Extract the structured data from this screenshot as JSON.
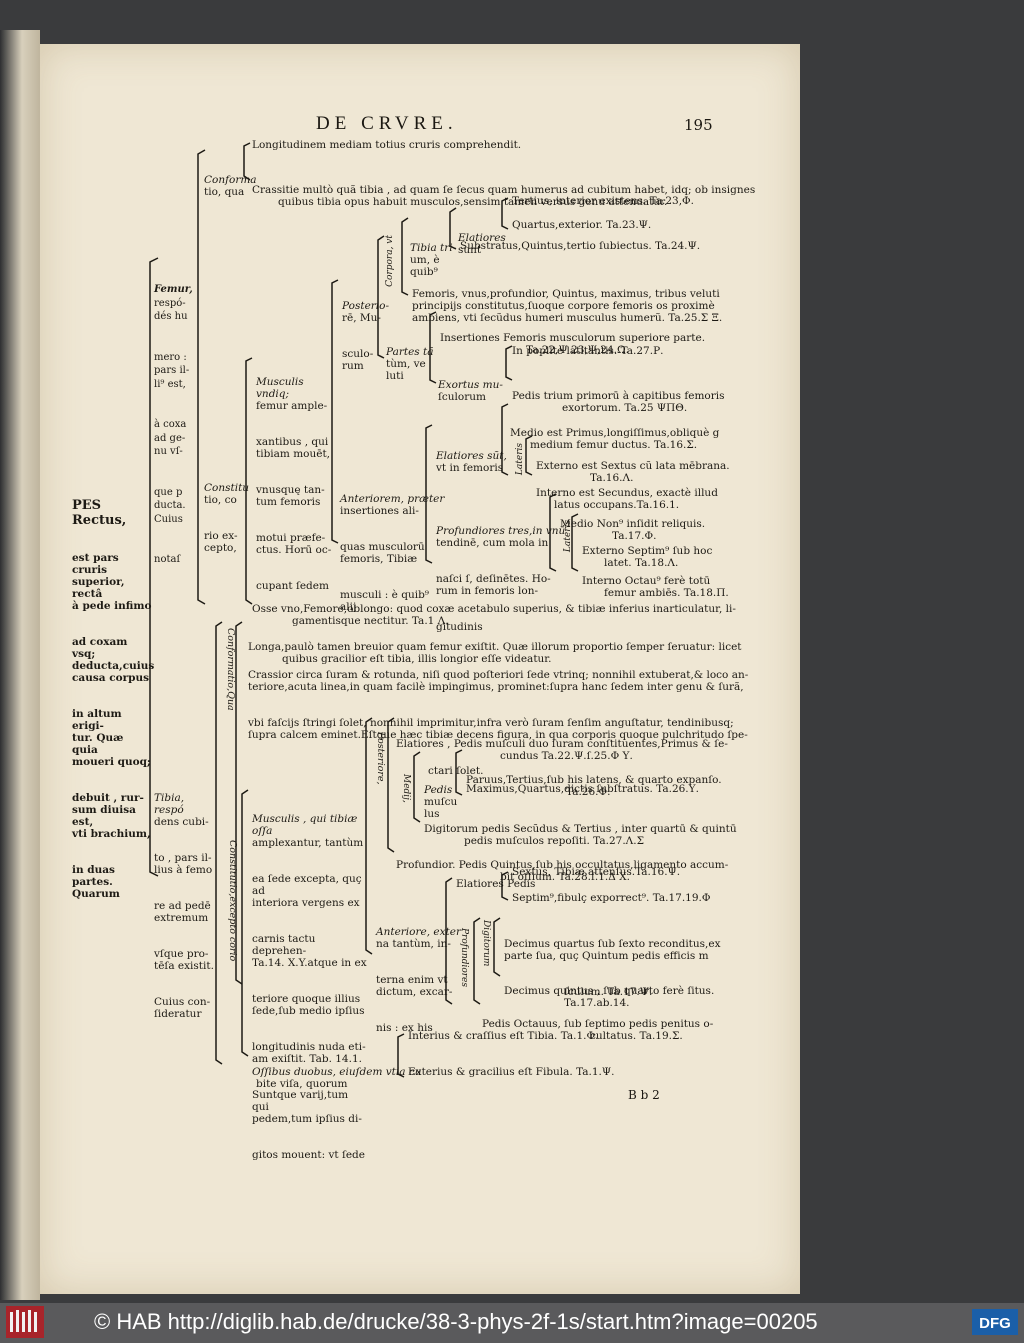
{
  "page": {
    "running_head": "DE CRVRE.",
    "page_number": "195",
    "signature": "B b 2"
  },
  "footer": {
    "text": "© HAB http://diglib.hab.de/drucke/38-3-phys-2f-1s/start.htm?image=00205",
    "logo_right": "DFG",
    "icons": [
      "hab-logo-icon",
      "dfg-logo-icon"
    ]
  },
  "root": [
    "PES Rectus,",
    "est pars cruris",
    "superior, rectâ",
    "à pede infimo",
    "ad coxam vsq;",
    "deducta,cuius",
    "causa corpus",
    "in altum erigi-",
    "tur. Quæ quia",
    "moueri quoq;",
    "debuit , rur-",
    "sum diuisa est,",
    "vti brachium,",
    "in duas partes.",
    "Quarum"
  ],
  "femur": {
    "label": [
      "Femur,",
      "respó-",
      "dés hu",
      "mero :",
      "pars il-",
      "li⁹ est,",
      "à coxa",
      "ad ge-",
      "nu vſ-",
      "que p",
      "ducta.",
      "Cuius",
      "notaſ"
    ],
    "conformatio": [
      "Conforma",
      "tio, qua"
    ],
    "longitudine": "Longitudinem mediam totius cruris comprehendit.",
    "crassitie": [
      "Crassitie multò quã tibia , ad quam ſe ſecus quam humerus ad cubitum habet, idq; ob insignes",
      "quibus tibia opus habuit musculos,sensim tamen versus genu attenuatur."
    ],
    "constitutio": [
      "Constitu",
      "tio, co",
      "rio ex-",
      "cepto,"
    ],
    "musculis": [
      "Musculis vndiq;",
      "femur ample-",
      "xantibus , qui",
      "tibiam mouēt,",
      "vnusquę tan-",
      "tum femoris",
      "motui præfe-",
      "ctus. Horū oc-",
      "cupant ſedem"
    ],
    "posteriorem": [
      "Posterio-",
      "rē, Mu-",
      "sculo-",
      "rum"
    ],
    "corpora": "Corpora, vt",
    "tibia_tri": [
      "Tibia tri-",
      "um, è",
      "quib⁹"
    ],
    "elatiores": [
      "Elatiores",
      "sunt"
    ],
    "tertius": "Tertius, interior existens. Ta.23,Φ.",
    "quartus": "Quartus,exterior. Ta.23.Ψ.",
    "substratus": "Substratus,Quintus,tertio ſubiectus. Ta.24.Ψ.",
    "femoris": [
      "Femoris, vnus,profundior, Quintus, maximus, tribus veluti",
      "principijs constitutus,ſuoque corpore femoris os proximè",
      "ambiens, vti ſecũdus humeri musculus humerũ. Ta.25.Σ Ξ."
    ],
    "partes": [
      "Partes tã",
      "tùm, ve",
      "luti"
    ],
    "insertiones": [
      "Insertiones Femoris musculorum superiore parte.",
      "Ta.22,Ψ 23,Ψ,24.Ω."
    ],
    "exortus": [
      "Exortus mu-",
      "ſculorum"
    ],
    "in_poplite": "In poplite latitantis. Ta.27.Ρ.",
    "pedis_trium": [
      "Pedis trium primorū à capitibus femoris",
      "exortorum. Ta.25 ΨΠΘ."
    ],
    "anteriorem": [
      "Anteriorem, præter",
      "insertiones ali-",
      "quas musculorū",
      "femoris, Tibiæ",
      "musculi : è quib⁹",
      "alij"
    ],
    "elatiores_sunt": [
      "Elatiores sũt,",
      "vt in femoris"
    ],
    "medio": [
      "Medio est Primus,longiſſimus,obliquè g",
      "medium femur ductus. Ta.16.Σ."
    ],
    "lateris": "Lateris",
    "externo": [
      "Externo est Sextus cũ lata mēbrana.",
      "Ta.16.Λ."
    ],
    "interno": [
      "Interno est Secundus, exactè illud",
      "latus occupans.Ta.16.1."
    ],
    "profundiores": [
      "Profundiores tres,in vnū",
      "tendinē, cum mola in",
      "naſci ſ, deſinētes. Ho-",
      "rum in femoris lon-",
      "gitudinis"
    ],
    "lateris2": "Lateris",
    "medio_nonus": [
      "Medio Non⁹ inſidit reliquis.",
      "Ta.17.Φ."
    ],
    "externo_septimus": [
      "Externo Septim⁹ ſub hoc",
      "latet. Ta.18.Λ."
    ],
    "interno_octavus": [
      "Interno Octau⁹ ferè totū",
      "femur ambiēs. Ta.18.Π."
    ],
    "osse": [
      "Osse vno,Femore,oblongo: quod coxæ acetabulo superius, & tibiæ inferius inarticulatur, li-",
      "gamentisque nectitur. Ta.1 Λ."
    ]
  },
  "tibia": {
    "label": [
      "Tibia, respó",
      "dens cubi-",
      "to , pars il-",
      "lius à femo",
      "re ad pedē",
      "extremum",
      "vſque pro-",
      "tēſa existit.",
      "Cuius con-",
      "ſideratur"
    ],
    "conformatio_vertical": "Conformatio,Qua",
    "longa": [
      "Longa,paulò tamen breuior quam femur exiſtit. Quæ illorum proportio ſemper ſeruatur: licet",
      "quibus gracilior eſt tibia, illis longior eſſe videatur."
    ],
    "crassior": [
      "Crassior circa ſuram & rotunda, niſi quod poſteriori ſede vtrinq; nonnihil extuberat,& loco an-",
      "teriore,acuta linea,in quam facilè impingimus, prominet:ſupra hanc ſedem inter genu & ſurã,",
      "vbi faſcijs ſtringi ſolet, nonnihil imprimitur,infra verò ſuram ſenſim anguſtatur, tendinibusq;",
      "ſupra calcem eminet.Eſtque hæc tibiæ decens figura, in qua corporis quoque pulchritudo ſpe-",
      "ctari ſolet."
    ],
    "constitutio_vertical": "Constitutio,excepto corio",
    "musculis": [
      "Musculis , qui tibiæ oſſa",
      "amplexantur, tantùm",
      "ea ſede excepta, quç ad",
      "interiora vergens ex",
      "carnis tactu deprehen-",
      "Ta.14. X.Y.atque in ex",
      "teriore quoque illius",
      "ſede,ſub medio ipſius",
      "longitudinis nuda eti-",
      "am exiſtit. Tab. 14.1.",
      "Suntque varij,tum qui",
      "pedem,tum ipſius di-",
      "gitos mouent: vt ſede"
    ],
    "posteriore_vertical": "Posteriore,",
    "elatiores": [
      "Elatiores , Pedis muſculi duo ſuram conſtituentes,Primus & ſe-",
      "cundus Ta.22.Ψ.ſ.25.Φ Υ."
    ],
    "medij": "Medij,",
    "pedis_musculus": [
      "Pedis",
      "muſcu",
      "lus"
    ],
    "paruus": [
      "Paruus,Tertius,ſub his latens, & quarto expanſo.",
      "Ta.26.Φ."
    ],
    "maximus": "Maximus,Quartus,dictis ſubſtratus. Ta.26.Υ.",
    "digitorum": [
      "Digitorum pedis Secũdus & Tertius , inter quartū & quintū",
      "pedis muſculos repoſiti. Ta.27.Λ.Σ"
    ],
    "profundior": [
      "Profundior. Pedis Quintus,ſub his occultatus,ligamento accum-",
      "bit oſſium. Ta.28.ſ.1.Δ Χ."
    ],
    "anteriore": [
      "Anteriore, exter",
      "na tantùm, in-",
      "terna enim vt",
      "dictum, excar-",
      "nis : ex his"
    ],
    "elatiores_pedis": "Elatiores Pedis",
    "sextus": "Sextus, Tibiæ attenſus.Ta.16.Ψ.",
    "septimus": "Septim⁹,fibulç exporrect⁹. Ta.17.19.Φ",
    "profundiores_vertical": "Profundiores",
    "digitorum_vertical": "Digitorum",
    "decimus_quartus": [
      "Decimus quartus ſub ſexto reconditus,ex",
      "parte ſua, quç Quintum pedis efficis m",
      "ſculum. Ta.17.Ψ."
    ],
    "decimus_quintus": [
      "Decimus quintus , ſub quarto ferè ſitus.",
      "Ta.17.ab.14."
    ],
    "pedis_octavus": [
      "Pedis Octauus, ſub ſeptimo pedis penitus o-",
      "cultatus. Ta.19.Σ."
    ],
    "ossibus": [
      "Oſſibus duobus, eiuſdem vtia cu",
      "bite viſa, quorum"
    ],
    "interius": "Interius & craſſius eſt Tibia. Ta.1.Φ.",
    "exterius": "Exterius & gracilius eſt Fibula. Ta.1.Ψ."
  }
}
